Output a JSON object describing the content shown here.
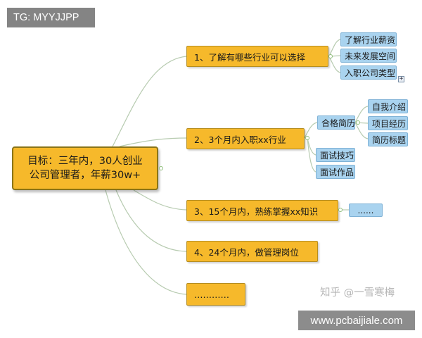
{
  "watermarks": {
    "tg": "TG: MYYJJPP",
    "zhihu": "知乎 @一雪寒梅",
    "site": "www.pcbaijiale.com"
  },
  "central": {
    "line1": "目标：三年内，30人创业",
    "line2": "公司管理者，年薪30w+"
  },
  "branches": [
    {
      "label": "1、了解有哪些行业可以选择"
    },
    {
      "label": "2、3个月内入职xx行业"
    },
    {
      "label": "3、15个月内，熟练掌握xx知识"
    },
    {
      "label": "4、24个月内，做管理岗位"
    },
    {
      "label": "…………"
    }
  ],
  "leaves": {
    "b1": [
      "了解行业薪资",
      "未来发展空间",
      "入职公司类型"
    ],
    "b2": [
      "合格简历",
      "面试技巧",
      "面试作品"
    ],
    "resume": [
      "自我介绍",
      "项目经历",
      "简历标题"
    ],
    "b3": [
      "......"
    ]
  },
  "icons": {
    "expand": "+"
  },
  "colors": {
    "branch_fill": "#f6b92b",
    "leaf_fill": "#a9d3ef",
    "connector": "#b7cbb0"
  }
}
